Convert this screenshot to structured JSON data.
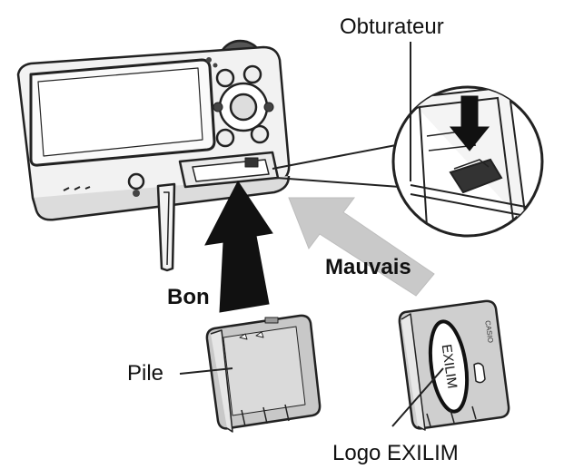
{
  "labels": {
    "shutter": "Obturateur",
    "correct": "Bon",
    "incorrect": "Mauvais",
    "battery": "Pile",
    "logo": "Logo EXILIM"
  },
  "logo_text": "EXILIM",
  "battery_brand_text": "CASIO",
  "colors": {
    "correct_arrow": "#111111",
    "incorrect_arrow": "#c9c9c9",
    "line_art": "#222222"
  }
}
